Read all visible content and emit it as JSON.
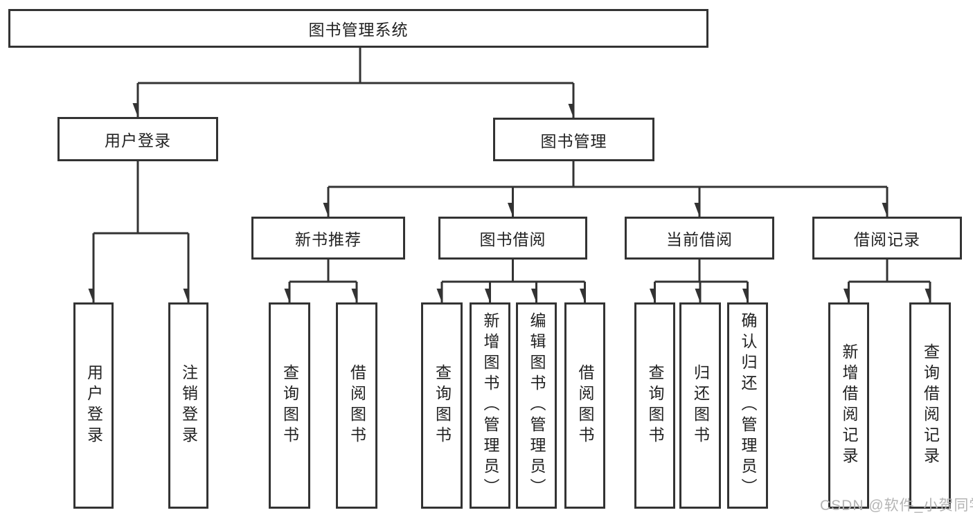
{
  "diagram": {
    "root": {
      "label": "图书管理系统"
    },
    "branches": [
      {
        "label": "用户登录",
        "leaves": [
          "用户登录",
          "注销登录"
        ]
      },
      {
        "label": "图书管理",
        "sections": [
          {
            "label": "新书推荐",
            "leaves": [
              "查询图书",
              "借阅图书"
            ]
          },
          {
            "label": "图书借阅",
            "leaves": [
              "查询图书",
              "新增图书（管理员）",
              "编辑图书（管理员）",
              "借阅图书"
            ]
          },
          {
            "label": "当前借阅",
            "leaves": [
              "查询图书",
              "归还图书",
              "确认归还（管理员）"
            ]
          },
          {
            "label": "借阅记录",
            "leaves": [
              "新增借阅记录",
              "查询借阅记录"
            ]
          }
        ]
      }
    ],
    "watermark": "CSDN @软件_小贺同学",
    "colors": {
      "line": "#333333",
      "box_border": "#333333",
      "box_fill": "#ffffff",
      "text": "#222222",
      "watermark": "#b4b4b4"
    }
  }
}
